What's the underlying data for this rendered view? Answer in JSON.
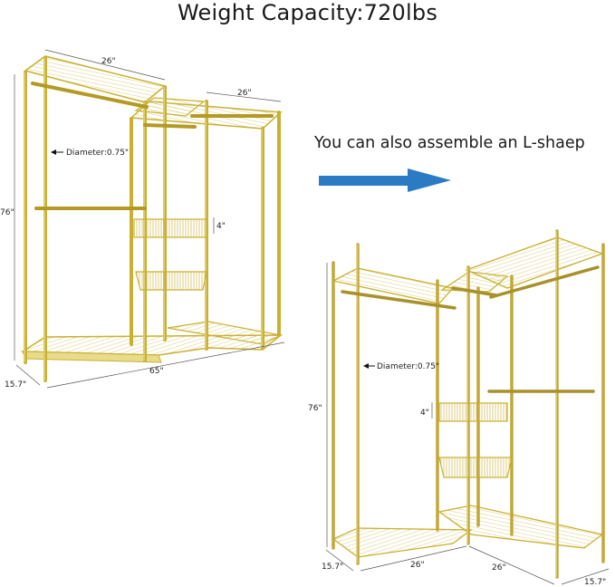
{
  "title": "Weight Capacity:720lbs",
  "subtitle": "You can also assemble an L-shaep",
  "colors": {
    "gold": "#c9b030",
    "gold_dark": "#9e8a20",
    "gold_light": "#e6d77a",
    "arrow": "#2b7bc4",
    "dim_line": "#555555"
  },
  "left_rack": {
    "top_width": "26\"",
    "right_top_width": "26\"",
    "height": "76\"",
    "diameter_label": "Diameter:0.75\"",
    "basket_gap": "4\"",
    "total_width": "65\"",
    "depth": "15.7\""
  },
  "arrow": {
    "icon": "right-arrow-icon"
  },
  "right_rack": {
    "height": "76\"",
    "diameter_label": "Diameter:0.75\"",
    "basket_gap": "4\"",
    "left_width": "26\"",
    "right_width": "26\"",
    "left_depth": "15.7\"",
    "right_depth": "15.7\""
  }
}
